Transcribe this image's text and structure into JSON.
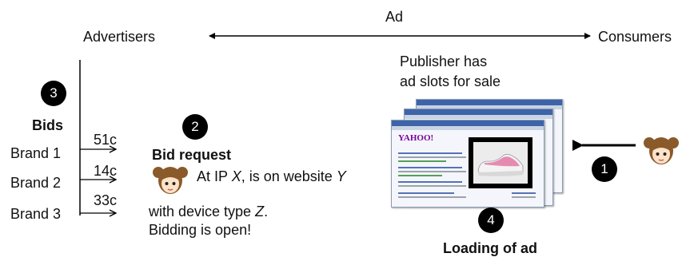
{
  "top": {
    "ad_label": "Ad",
    "advertisers_label": "Advertisers",
    "consumers_label": "Consumers"
  },
  "publisher": {
    "line1": "Publisher has",
    "line2": "ad slots for sale"
  },
  "steps": {
    "s1": "1",
    "s2": "2",
    "s3": "3",
    "s4": "4"
  },
  "bids": {
    "heading": "Bids",
    "brands": [
      {
        "name": "Brand 1",
        "price": "51c"
      },
      {
        "name": "Brand 2",
        "price": "14c"
      },
      {
        "name": "Brand 3",
        "price": "33c"
      }
    ]
  },
  "bid_request": {
    "heading": "Bid request",
    "line1_a": "At IP ",
    "line1_b": "X",
    "line1_c": ", is on website ",
    "line1_d": "Y",
    "line2_a": "with device type ",
    "line2_b": "Z",
    "line2_c": ".",
    "line3": "Bidding is open!"
  },
  "loading": {
    "label": "Loading of ad"
  },
  "screens": {
    "brand_text": "YAHOO!"
  },
  "colors": {
    "accent": "#000000",
    "hair": "#8a5a2b",
    "ad_shoe": "#e58bb0"
  }
}
